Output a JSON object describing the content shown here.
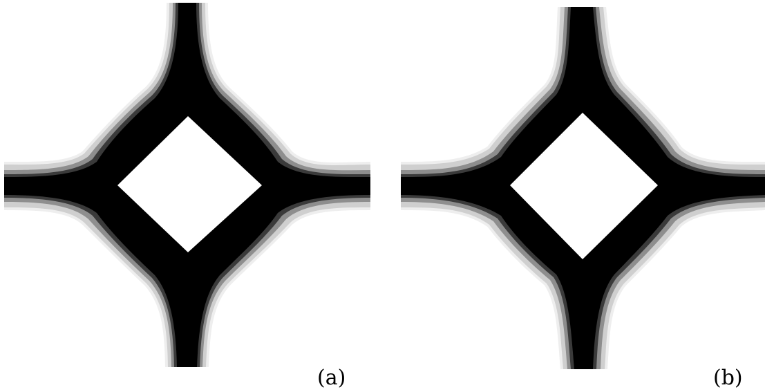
{
  "figures": [
    {
      "id": "a",
      "caption": "(a)",
      "shape": "four-armed lattice cross with open diamond center",
      "fill_color": "#000000",
      "edge_gradient": [
        "#1a1a1a",
        "#555555",
        "#9a9a9a",
        "#cfcfcf",
        "#eeeeee"
      ],
      "background": "#ffffff"
    },
    {
      "id": "b",
      "caption": "(b)",
      "shape": "four-armed lattice cross with open diamond center",
      "fill_color": "#000000",
      "edge_gradient": [
        "#1a1a1a",
        "#555555",
        "#9a9a9a",
        "#cfcfcf",
        "#eeeeee"
      ],
      "background": "#ffffff"
    }
  ]
}
